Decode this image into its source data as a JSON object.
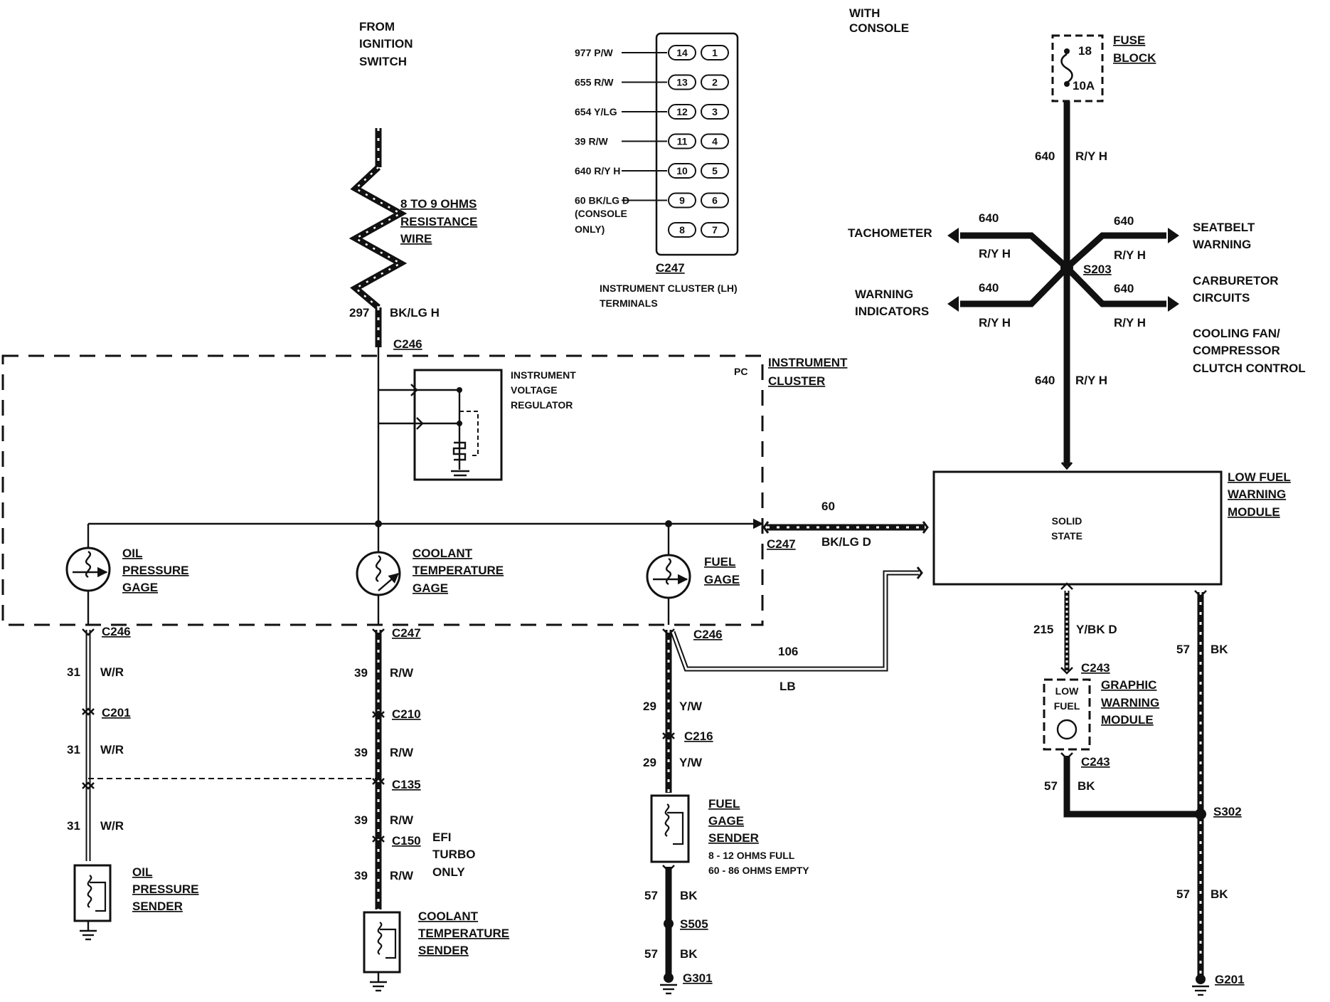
{
  "ignition": {
    "line1": "FROM",
    "line2": "IGNITION",
    "line3": "SWITCH"
  },
  "resistance": {
    "line1": "8 TO 9 OHMS",
    "line2": "RESISTANCE",
    "line3": "WIRE"
  },
  "wire297": {
    "num": "297",
    "color": "BK/LG H"
  },
  "c246_top": "C246",
  "instrument_cluster": {
    "line1": "INSTRUMENT",
    "line2": "CLUSTER",
    "pc": "PC"
  },
  "ivr": {
    "line1": "INSTRUMENT",
    "line2": "VOLTAGE",
    "line3": "REGULATOR"
  },
  "with_console": {
    "line1": "WITH",
    "line2": "CONSOLE"
  },
  "c247_connector": {
    "name": "C247",
    "caption1": "INSTRUMENT CLUSTER (LH)",
    "caption2": "TERMINALS",
    "rows": [
      {
        "wire": "977 P/W",
        "left": "14",
        "right": "1"
      },
      {
        "wire": "655 R/W",
        "left": "13",
        "right": "2"
      },
      {
        "wire": "654 Y/LG",
        "left": "12",
        "right": "3"
      },
      {
        "wire": "39 R/W",
        "left": "11",
        "right": "4"
      },
      {
        "wire": "640 R/Y H",
        "left": "10",
        "right": "5"
      },
      {
        "wire": "60 BK/LG D",
        "left": "9",
        "right": "6"
      },
      {
        "wire": "",
        "left": "8",
        "right": "7"
      }
    ],
    "note1": "(CONSOLE",
    "note2": "ONLY)"
  },
  "fuse": {
    "num": "18",
    "rating": "10A",
    "line1": "FUSE",
    "line2": "BLOCK"
  },
  "wire640": {
    "num": "640",
    "color": "R/Y H"
  },
  "splice_s203": "S203",
  "branches": {
    "tachometer": "TACHOMETER",
    "warning_indicators": {
      "line1": "WARNING",
      "line2": "INDICATORS"
    },
    "seatbelt": {
      "line1": "SEATBELT",
      "line2": "WARNING"
    },
    "carburetor": {
      "line1": "CARBURETOR",
      "line2": "CIRCUITS"
    },
    "cooling": {
      "line1": "COOLING FAN/",
      "line2": "COMPRESSOR",
      "line3": "CLUTCH CONTROL"
    }
  },
  "lfwm": {
    "line1": "LOW FUEL",
    "line2": "WARNING",
    "line3": "MODULE",
    "inner1": "SOLID",
    "inner2": "STATE"
  },
  "wire60": {
    "num": "60",
    "color": "BK/LG D",
    "conn": "C247"
  },
  "gages": {
    "oil": {
      "line1": "OIL",
      "line2": "PRESSURE",
      "line3": "GAGE"
    },
    "coolant": {
      "line1": "COOLANT",
      "line2": "TEMPERATURE",
      "line3": "GAGE"
    },
    "fuel": {
      "line1": "FUEL",
      "line2": "GAGE"
    }
  },
  "oil_circuit": {
    "c246": "C246",
    "c201": "C201",
    "num": "31",
    "color": "W/R",
    "sender1": "OIL",
    "sender2": "PRESSURE",
    "sender3": "SENDER"
  },
  "coolant_circuit": {
    "c247": "C247",
    "c210": "C210",
    "c135": "C135",
    "c150": "C150",
    "num": "39",
    "color": "R/W",
    "efi1": "EFI",
    "efi2": "TURBO",
    "efi3": "ONLY",
    "sender1": "COOLANT",
    "sender2": "TEMPERATURE",
    "sender3": "SENDER"
  },
  "fuel_circuit": {
    "c246": "C246",
    "c216": "C216",
    "num": "29",
    "color": "Y/W",
    "wire106": "106",
    "lb": "LB",
    "sender1": "FUEL",
    "sender2": "GAGE",
    "sender3": "SENDER",
    "spec1": "8 - 12 OHMS FULL",
    "spec2": "60 - 86 OHMS EMPTY",
    "gnd_num": "57",
    "gnd_color": "BK",
    "s505": "S505",
    "g301": "G301"
  },
  "graphic_module": {
    "wire_num": "215",
    "wire_color": "Y/BK D",
    "c243_top": "C243",
    "c243_bot": "C243",
    "line1": "GRAPHIC",
    "line2": "WARNING",
    "line3": "MODULE",
    "inner1": "LOW",
    "inner2": "FUEL",
    "gnd_num": "57",
    "gnd_color": "BK"
  },
  "ground_right": {
    "num": "57",
    "color": "BK",
    "s302": "S302",
    "g201": "G201"
  }
}
